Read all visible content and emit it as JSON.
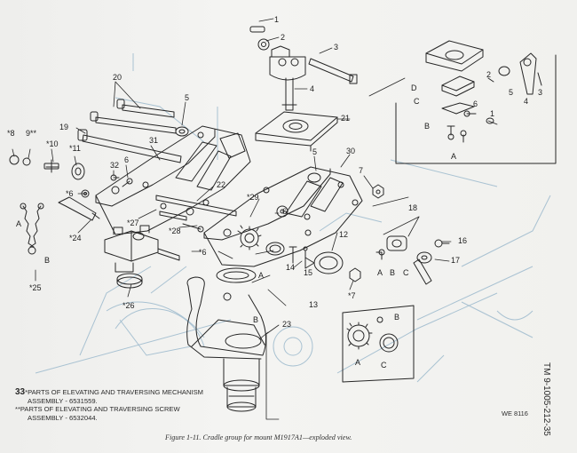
{
  "callouts": [
    {
      "id": "c1",
      "text": "1"
    },
    {
      "id": "c2",
      "text": "2"
    },
    {
      "id": "c3",
      "text": "3"
    },
    {
      "id": "c4",
      "text": "4"
    },
    {
      "id": "c5a",
      "text": "5"
    },
    {
      "id": "c5b",
      "text": "5"
    },
    {
      "id": "c6a",
      "text": "6"
    },
    {
      "id": "c6b",
      "text": "6"
    },
    {
      "id": "c6c",
      "text": "*6"
    },
    {
      "id": "c6d",
      "text": "*6"
    },
    {
      "id": "c7a",
      "text": "7"
    },
    {
      "id": "c7b",
      "text": "*7"
    },
    {
      "id": "c8",
      "text": "*8"
    },
    {
      "id": "c9",
      "text": "9**"
    },
    {
      "id": "c10",
      "text": "*10"
    },
    {
      "id": "c11",
      "text": "*11"
    },
    {
      "id": "c12",
      "text": "12"
    },
    {
      "id": "c13",
      "text": "13"
    },
    {
      "id": "c14",
      "text": "14"
    },
    {
      "id": "c15",
      "text": "15"
    },
    {
      "id": "c16",
      "text": "16"
    },
    {
      "id": "c17",
      "text": "17"
    },
    {
      "id": "c18",
      "text": "18"
    },
    {
      "id": "c19",
      "text": "19"
    },
    {
      "id": "c20",
      "text": "20"
    },
    {
      "id": "c21",
      "text": "21"
    },
    {
      "id": "c22",
      "text": "22"
    },
    {
      "id": "c23",
      "text": "23"
    },
    {
      "id": "c24",
      "text": "*24"
    },
    {
      "id": "c25",
      "text": "*25"
    },
    {
      "id": "c26",
      "text": "*26"
    },
    {
      "id": "c27",
      "text": "*27"
    },
    {
      "id": "c28",
      "text": "*28"
    },
    {
      "id": "c29",
      "text": "*29"
    },
    {
      "id": "c30",
      "text": "30"
    },
    {
      "id": "c31",
      "text": "31"
    },
    {
      "id": "c32",
      "text": "32"
    },
    {
      "id": "inA",
      "text": "A"
    },
    {
      "id": "inB",
      "text": "B"
    },
    {
      "id": "inC",
      "text": "C"
    },
    {
      "id": "inD",
      "text": "D"
    },
    {
      "id": "in1",
      "text": "1"
    },
    {
      "id": "in2",
      "text": "2"
    },
    {
      "id": "in3",
      "text": "3"
    },
    {
      "id": "in4",
      "text": "4"
    },
    {
      "id": "in5",
      "text": "5"
    },
    {
      "id": "in6",
      "text": "6"
    },
    {
      "id": "gA",
      "text": "A"
    },
    {
      "id": "gB",
      "text": "B"
    },
    {
      "id": "gC",
      "text": "C"
    },
    {
      "id": "yA",
      "text": "A"
    },
    {
      "id": "yB",
      "text": "B"
    },
    {
      "id": "lA",
      "text": "A"
    },
    {
      "id": "lB",
      "text": "B"
    },
    {
      "id": "rA",
      "text": "A"
    },
    {
      "id": "rB",
      "text": "B"
    },
    {
      "id": "rC",
      "text": "C"
    }
  ],
  "notes": {
    "line1_mark": "33",
    "line1": "*PARTS OF ELEVATING AND TRAVERSING MECHANISM",
    "line2": "ASSEMBLY - 6531559.",
    "line3": "**PARTS OF ELEVATING AND TRAVERSING SCREW",
    "line4": "ASSEMBLY - 6532044."
  },
  "caption": "Figure 1-11. Cradle group for mount M1917A1—exploded view.",
  "side_tag": "TM 9-1005-212-35",
  "plate_id": "WE 8116",
  "colors": {
    "ink": "#262626",
    "ghost": "#a9c2d2",
    "paper": "#f1f1ef"
  }
}
